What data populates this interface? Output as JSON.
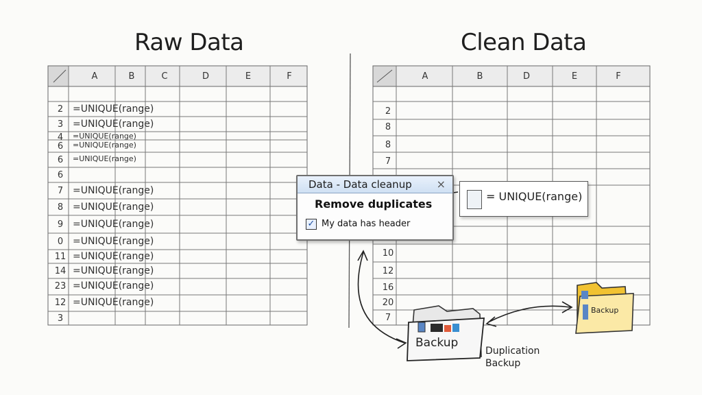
{
  "titles": {
    "left": "Raw Data",
    "right": "Clean Data"
  },
  "left_sheet": {
    "columns": [
      "A",
      "B",
      "C",
      "D",
      "E",
      "F"
    ],
    "rows": [
      {
        "num": "2",
        "text": "=UNIQUE(range)"
      },
      {
        "num": "3",
        "text": "=UNIQUE(range)"
      },
      {
        "num": "4",
        "text": "=UNIQUE(range)"
      },
      {
        "num": "6",
        "text": "=UNIQUE(range)"
      },
      {
        "num": "6",
        "text": "=UNIQUE(range)"
      },
      {
        "num": "6",
        "text": ""
      },
      {
        "num": "7",
        "text": "=UNIQUE(range)"
      },
      {
        "num": "8",
        "text": "=UNIQUE(range)"
      },
      {
        "num": "9",
        "text": "=UNIQUE(range)"
      },
      {
        "num": "0",
        "text": "=UNIQUE(range)"
      },
      {
        "num": "11",
        "text": "=UNIQUE(range)"
      },
      {
        "num": "14",
        "text": "=UNIQUE(range)"
      },
      {
        "num": "23",
        "text": "=UNIQUE(range)"
      },
      {
        "num": "12",
        "text": "=UNIQUE(range)"
      },
      {
        "num": "3",
        "text": ""
      }
    ]
  },
  "right_sheet": {
    "columns": [
      "A",
      "B",
      "D",
      "E",
      "F"
    ],
    "row_numbers": [
      "2",
      "8",
      "8",
      "7",
      "10",
      "12",
      "16",
      "20",
      "7"
    ]
  },
  "dialog": {
    "title": "Data - Data cleanup",
    "close": "×",
    "action": "Remove duplicates",
    "checkbox_label": "My data has header",
    "checkbox_checked": true
  },
  "callout": {
    "formula": "= UNIQUE(range)"
  },
  "backup_folder": {
    "label": "Backup"
  },
  "duplication_label": {
    "line1": "Duplication",
    "line2": "Backup"
  },
  "right_folder": {
    "label": "Backup"
  },
  "colors": {
    "dialog_bar": "#cfe0f3",
    "checkbox": "#1d4fa0",
    "folder_yellow": "#f1c232"
  }
}
